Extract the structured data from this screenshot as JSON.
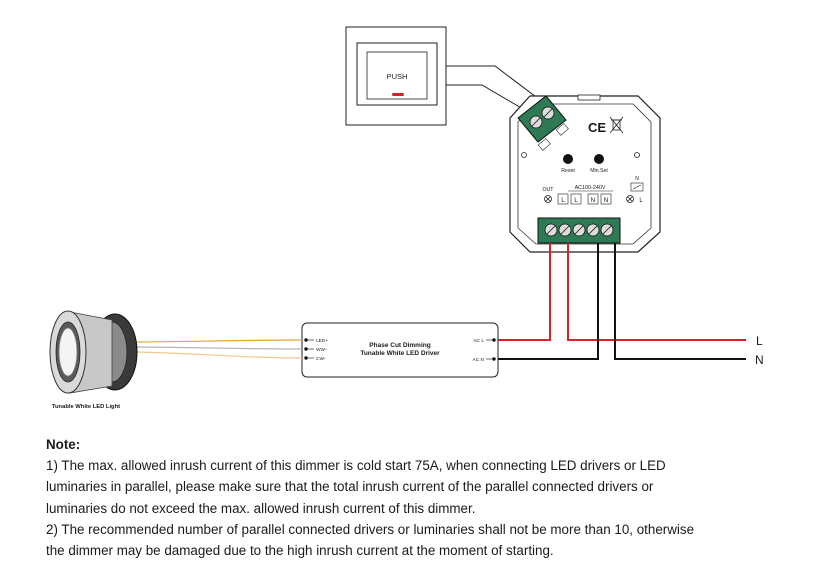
{
  "diagram": {
    "push_button": {
      "label": "PUSH"
    },
    "dimmer": {
      "reset_label": "Reset",
      "minset_label": "Min.Set",
      "out_label": "OUT",
      "ac_label": "AC100-240V",
      "n_label": "N",
      "terminals": [
        "L",
        "L",
        "N",
        "N"
      ],
      "l_mark": "L",
      "ce_mark": "CE"
    },
    "driver": {
      "title_line1": "Phase Cut Dimming",
      "title_line2": "Tunable White LED Driver",
      "out_ports": [
        "LED+",
        "WW-",
        "CW-"
      ],
      "in_ports": [
        "AC L",
        "AC N"
      ]
    },
    "light_label": "Tunable White LED Light",
    "mains": {
      "l": "L",
      "n": "N"
    },
    "colors": {
      "live": "#e01e25",
      "neutral": "#111111",
      "terminal_green": "#2d7a55",
      "led_plus": "#e8a531",
      "ww": "#b4b4b4",
      "cw": "#f2c78a"
    }
  },
  "note": {
    "title": "Note:",
    "item1_line1": "1) The max. allowed inrush current of this dimmer is cold start 75A, when connecting LED drivers or LED",
    "item1_line2": "luminaries in parallel, please make sure that the total inrush current of the parallel connected drivers or",
    "item1_line3": "luminaries do not exceed the max. allowed inrush current of this dimmer.",
    "item2_line1": "2) The recommended number of parallel connected drivers or luminaries shall not be more than 10, otherwise",
    "item2_line2": "the dimmer may be damaged due to the high inrush current at the moment of starting."
  }
}
